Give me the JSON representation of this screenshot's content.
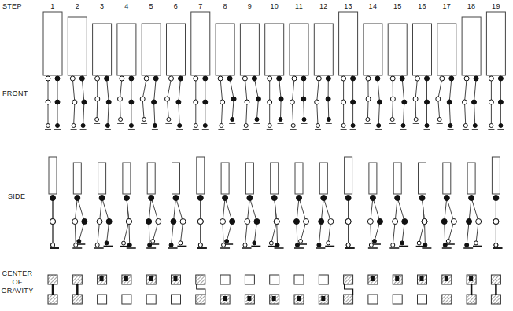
{
  "diagram": {
    "labels": [
      "STEP",
      "1",
      "2",
      "3",
      "4",
      "5",
      "6",
      "7",
      "8",
      "9",
      "10",
      "11",
      "12",
      "13",
      "14",
      "15",
      "16",
      "17",
      "18",
      "19",
      "FRONT",
      "SIDE",
      "CENTER OF GRAVITY"
    ]
  }
}
